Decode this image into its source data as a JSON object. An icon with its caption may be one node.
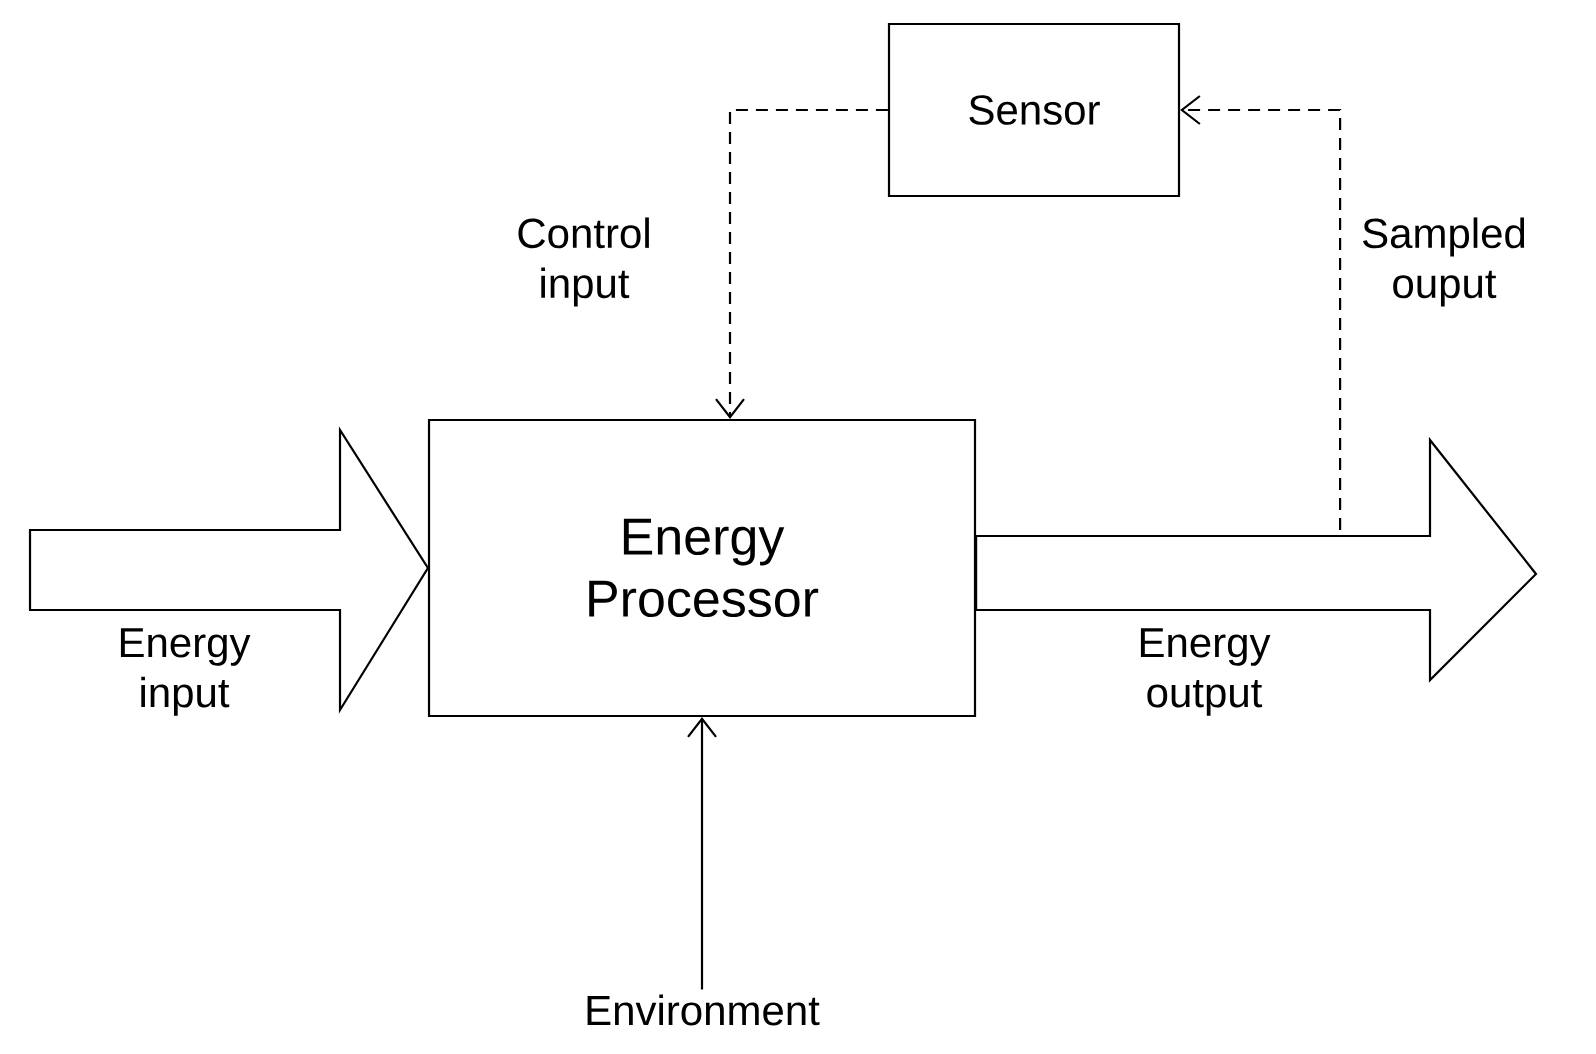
{
  "diagram": {
    "nodes": [
      {
        "text": [
          "Sensor"
        ]
      },
      {
        "text": [
          "Energy Processor"
        ]
      },
      {
        "text": [
          "Environment"
        ]
      }
    ],
    "edges": [
      {
        "from": null,
        "to": 1,
        "arrow": "to",
        "style": "thick",
        "label": "Energy input"
      },
      {
        "from": 1,
        "to": null,
        "arrow": "to",
        "style": "thick",
        "label": "Energy output"
      },
      {
        "from": 0,
        "to": 1,
        "arrow": "to",
        "style": "dashed",
        "label": "Control input"
      },
      {
        "from": null,
        "to": 0,
        "arrow": "to",
        "style": "dashed",
        "label": "Sampled ouput"
      },
      {
        "from": 2,
        "to": 1,
        "arrow": "to"
      }
    ]
  }
}
